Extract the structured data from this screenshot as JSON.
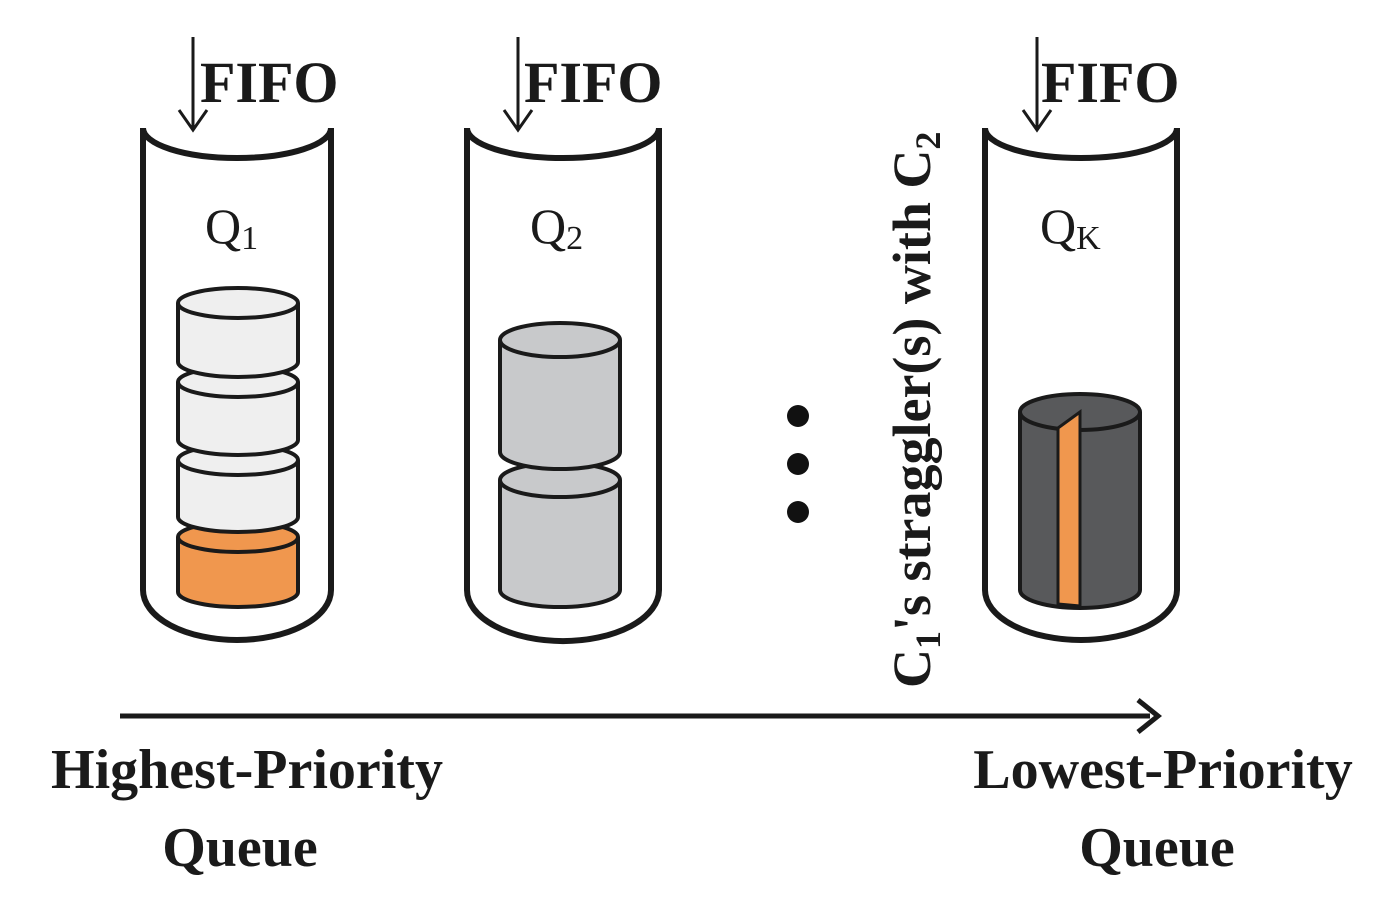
{
  "queues": [
    {
      "insert_label": "FIFO",
      "name_letter": "Q",
      "name_sub": "1"
    },
    {
      "insert_label": "FIFO",
      "name_letter": "Q",
      "name_sub": "2"
    },
    {
      "insert_label": "FIFO",
      "name_letter": "Q",
      "name_sub": "K"
    }
  ],
  "straggler_annotation": {
    "c1": "C",
    "c1_sub": "1",
    "middle": "'s straggler(s) with ",
    "c2": "C",
    "c2_sub": "2"
  },
  "axis": {
    "left_line1": "Highest-Priority",
    "left_line2": "Queue",
    "right_line1": "Lowest-Priority",
    "right_line2": "Queue"
  },
  "colors": {
    "stroke": "#1a1a1a",
    "light_job": "#efefef",
    "mid_job": "#c8c9cb",
    "dark_job": "#58595b",
    "straggler": "#f0974e"
  }
}
